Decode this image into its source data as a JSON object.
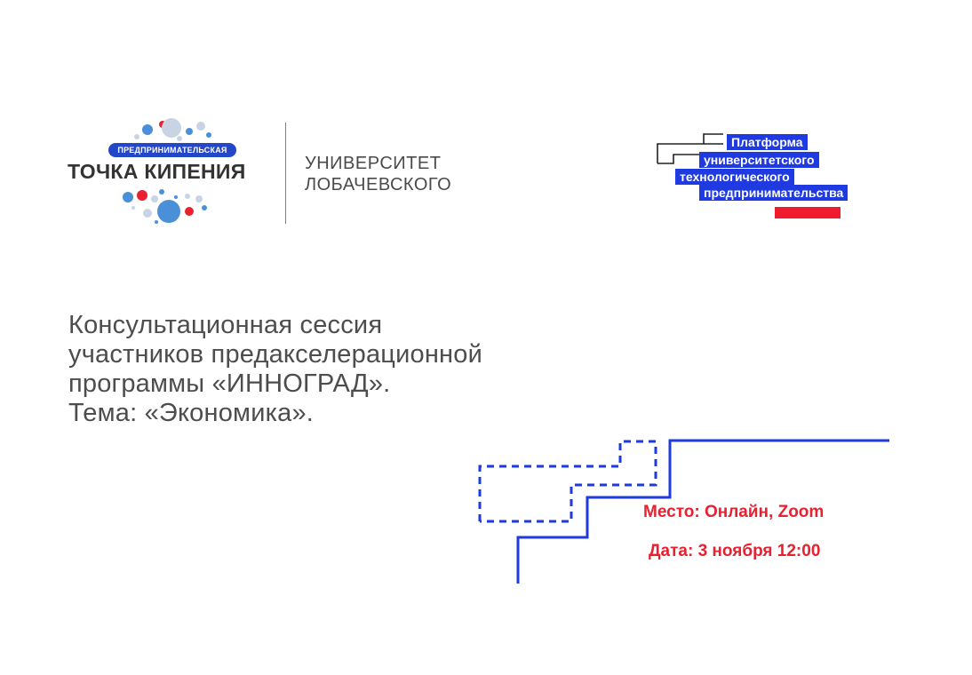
{
  "left_logo": {
    "pill_text": "ПРЕДПРИНИМАТЕЛЬСКАЯ",
    "title": "ТОЧКА КИПЕНИЯ",
    "university_line1": "УНИВЕРСИТЕТ",
    "university_line2": "ЛОБАЧЕВСКОГО",
    "dot_colors": [
      "#4a90d9",
      "#c8d4e4",
      "#e8202f",
      "#2447c9"
    ]
  },
  "right_logo": {
    "line1": "Платформа",
    "line2": "университетского",
    "line3": "технологического",
    "line4": "предпринимательства",
    "blue": "#1e3ae0",
    "red": "#ef1b2e"
  },
  "session": {
    "line1": "Консультационная сессия",
    "line2": "участников предакселерационной",
    "line3": "программы «ИННОГРАД».",
    "line4": "Тема: «Экономика»."
  },
  "info": {
    "place": "Место: Онлайн, Zoom",
    "date": "Дата: 3 ноября 12:00"
  },
  "colors": {
    "accent_red": "#e8202f",
    "accent_blue": "#1e3ae0",
    "text_gray": "#4d4d4d"
  }
}
